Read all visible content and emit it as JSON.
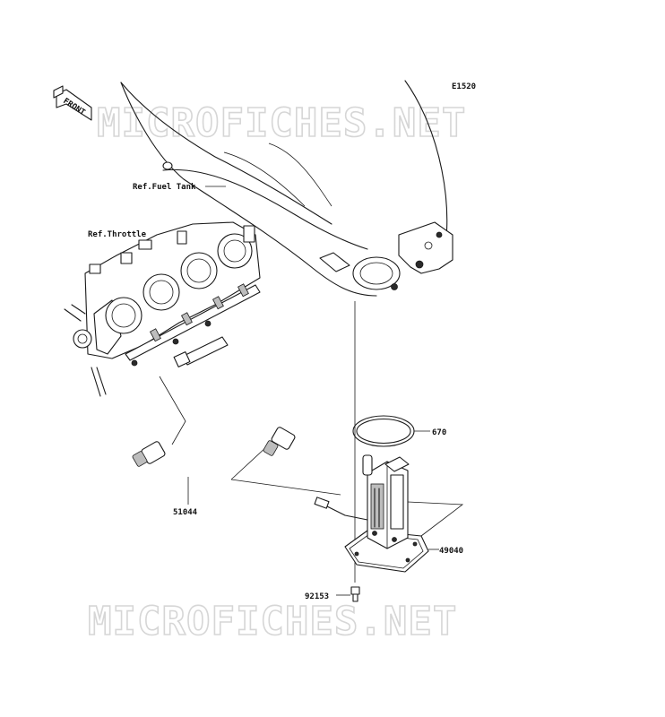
{
  "diagram_code": "E1520",
  "front_indicator": "FRONT",
  "references": {
    "fuel_tank": "Ref.Fuel Tank",
    "throttle": "Ref.Throttle"
  },
  "parts": [
    {
      "number": "670"
    },
    {
      "number": "51044"
    },
    {
      "number": "49040"
    },
    {
      "number": "92153"
    }
  ],
  "watermark": "MICROFICHES.NET"
}
